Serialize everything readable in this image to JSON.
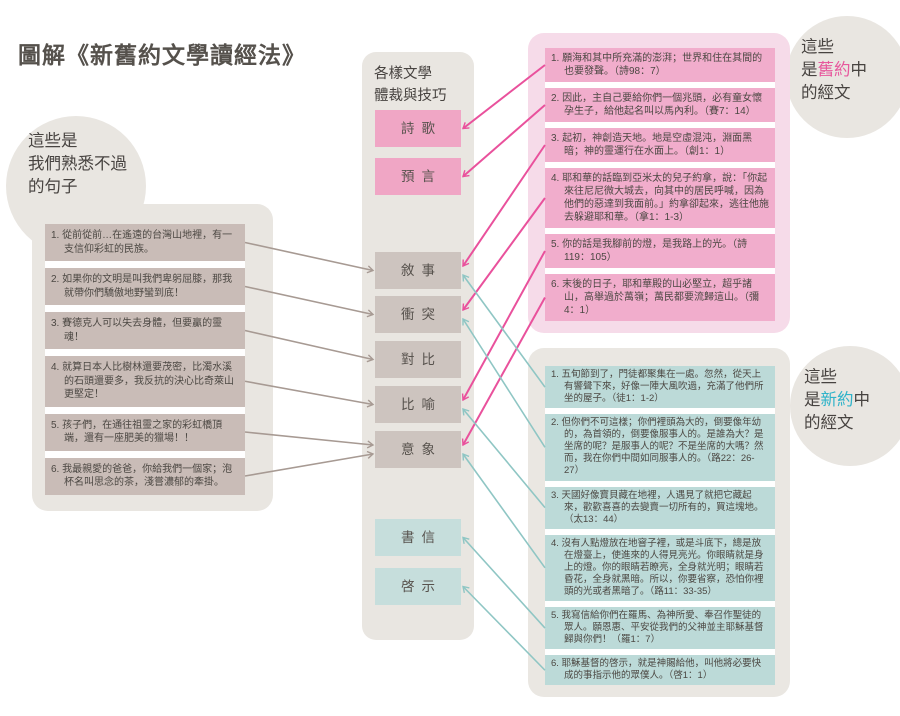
{
  "title": "圖解《新舊約文學讀經法》",
  "left_label": {
    "l1": "這些是",
    "l2": "我們熟悉不過",
    "l3": "的句子"
  },
  "familiar": {
    "quotes": [
      {
        "id": "fq1",
        "text": "1. 從前從前…在遙遠的台灣山地裡，有一支信仰彩虹的民族。"
      },
      {
        "id": "fq2",
        "text": "2. 如果你的文明是叫我們卑躬屈膝，那我就帶你們驕傲地野蠻到底！"
      },
      {
        "id": "fq3",
        "text": "3. 賽德克人可以失去身體，但要贏的靈魂！"
      },
      {
        "id": "fq4",
        "text": "4. 就算日本人比樹林還要茂密，比濁水溪的石頭還要多，我反抗的決心比奇萊山更堅定！"
      },
      {
        "id": "fq5",
        "text": "5. 孩子們，在通往祖靈之家的彩虹橋頂端，還有一座肥美的獵場！！"
      },
      {
        "id": "fq6",
        "text": "6. 我最親愛的爸爸，你給我們一個家；泡杯名叫思念的茶，淺嘗濃郁的牽掛。"
      }
    ]
  },
  "genres": {
    "header_l1": "各樣文學",
    "header_l2": "體裁與技巧",
    "items": [
      {
        "id": "g-poetry",
        "label": "詩歌"
      },
      {
        "id": "g-prophecy",
        "label": "預言"
      },
      {
        "id": "g-narrative",
        "label": "敘事"
      },
      {
        "id": "g-conflict",
        "label": "衝突"
      },
      {
        "id": "g-contrast",
        "label": "對比"
      },
      {
        "id": "g-metaphor",
        "label": "比喻"
      },
      {
        "id": "g-imagery",
        "label": "意象"
      },
      {
        "id": "g-epistle",
        "label": "書信"
      },
      {
        "id": "g-revelation",
        "label": "啓示"
      }
    ]
  },
  "old_testament": {
    "label": {
      "l1": "這些",
      "l2a": "是",
      "l2b": "舊約",
      "l2c": "中",
      "l3": "的經文"
    },
    "quotes": [
      {
        "id": "ot1",
        "text": "1. 願海和其中所充滿的澎湃；世界和住在其間的也要發聲。（詩98：7）"
      },
      {
        "id": "ot2",
        "text": "2. 因此，主自己要給你們一個兆頭，必有童女懷孕生子，給他起名叫以馬內利。（賽7：14）"
      },
      {
        "id": "ot3",
        "text": "3. 起初，神創造天地。地是空虛混沌，淵面黑暗；神的靈運行在水面上。（創1：1）"
      },
      {
        "id": "ot4",
        "text": "4. 耶和華的話臨到亞米太的兒子約拿，說：「你起來往尼尼微大城去，向其中的居民呼喊，因為他們的惡達到我面前。」約拿卻起來，逃往他施去躲避耶和華。（拿1：1-3）"
      },
      {
        "id": "ot5",
        "text": "5. 你的話是我腳前的燈，是我路上的光。（詩119：105）"
      },
      {
        "id": "ot6",
        "text": "6. 末後的日子，耶和華殿的山必堅立，超乎諸山，高舉過於萬嶺；萬民都要流歸這山。（彌4：1）"
      }
    ]
  },
  "new_testament": {
    "label": {
      "l1": "這些",
      "l2a": "是",
      "l2b": "新約",
      "l2c": "中",
      "l3": "的經文"
    },
    "quotes": [
      {
        "id": "nt1",
        "text": "1. 五旬節到了，門徒都聚集在一處。忽然，從天上有響聲下來，好像一陣大風吹過，充滿了他們所坐的屋子。（徒1：1-2）"
      },
      {
        "id": "nt2",
        "text": "2. 但你們不可這樣；你們裡頭為大的，倒要像年幼的，為首領的，倒要像服事人的。是誰為大？是坐席的呢？是服事人的呢？不是坐席的大嗎？然而，我在你們中間如同服事人的。（路22：26-27）"
      },
      {
        "id": "nt3",
        "text": "3. 天國好像寶貝藏在地裡，人遇見了就把它藏起來，歡歡喜喜的去變賣一切所有的，買這塊地。（太13：44）"
      },
      {
        "id": "nt4",
        "text": "4. 沒有人點燈放在地窨子裡，或是斗底下，總是放在燈臺上，使進來的人得見亮光。你眼睛就是身上的燈。你的眼睛若瞭亮，全身就光明；眼睛若昏花，全身就黑暗。所以，你要省察，恐怕你裡頭的光或者黑暗了。（路11：33-35）"
      },
      {
        "id": "nt5",
        "text": "5. 我寫信給你們在羅馬、為神所愛、奉召作聖徒的眾人。願恩惠、平安從我們的父神並主耶穌基督歸與你們！（羅1：7）"
      },
      {
        "id": "nt6",
        "text": "6. 耶穌基督的啓示，就是神賜給他，叫他將必要快成的事指示他的眾僕人。（啓1：1）"
      }
    ]
  },
  "colors": {
    "title_text": "#55514c",
    "body_text": "#4c4843",
    "panel_gray": "#e9e6e1",
    "familiar_band": "#c9bcb7",
    "genre_pink": "#f0a6c5",
    "genre_taupe": "#cdc4bf",
    "genre_teal": "#c6dedc",
    "ot_panel": "#f6dbe9",
    "ot_band": "#f1adcc",
    "nt_band": "#bcdad8",
    "ot_highlight": "#e7589d",
    "nt_highlight": "#2fb3c9",
    "arrows": {
      "gray": "#a79a93",
      "pink": "#e9519c",
      "teal": "#8fc6c4"
    }
  },
  "connections": [
    {
      "from": "fq1",
      "to": "g-narrative",
      "color": "gray"
    },
    {
      "from": "fq2",
      "to": "g-conflict",
      "color": "gray"
    },
    {
      "from": "fq3",
      "to": "g-contrast",
      "color": "gray"
    },
    {
      "from": "fq4",
      "to": "g-metaphor",
      "color": "gray"
    },
    {
      "from": "fq5",
      "to": "g-imagery",
      "color": "gray"
    },
    {
      "from": "fq6",
      "to": "g-imagery",
      "color": "gray"
    },
    {
      "from": "ot1",
      "to": "g-poetry",
      "color": "pink"
    },
    {
      "from": "ot2",
      "to": "g-prophecy",
      "color": "pink"
    },
    {
      "from": "ot3",
      "to": "g-narrative",
      "color": "pink"
    },
    {
      "from": "ot4",
      "to": "g-conflict",
      "color": "pink"
    },
    {
      "from": "ot5",
      "to": "g-metaphor",
      "color": "pink"
    },
    {
      "from": "ot6",
      "to": "g-imagery",
      "color": "pink"
    },
    {
      "from": "nt1",
      "to": "g-narrative",
      "color": "teal"
    },
    {
      "from": "nt2",
      "to": "g-conflict",
      "color": "teal"
    },
    {
      "from": "nt3",
      "to": "g-metaphor",
      "color": "teal"
    },
    {
      "from": "nt4",
      "to": "g-imagery",
      "color": "teal"
    },
    {
      "from": "nt5",
      "to": "g-epistle",
      "color": "teal"
    },
    {
      "from": "nt6",
      "to": "g-revelation",
      "color": "teal"
    }
  ]
}
